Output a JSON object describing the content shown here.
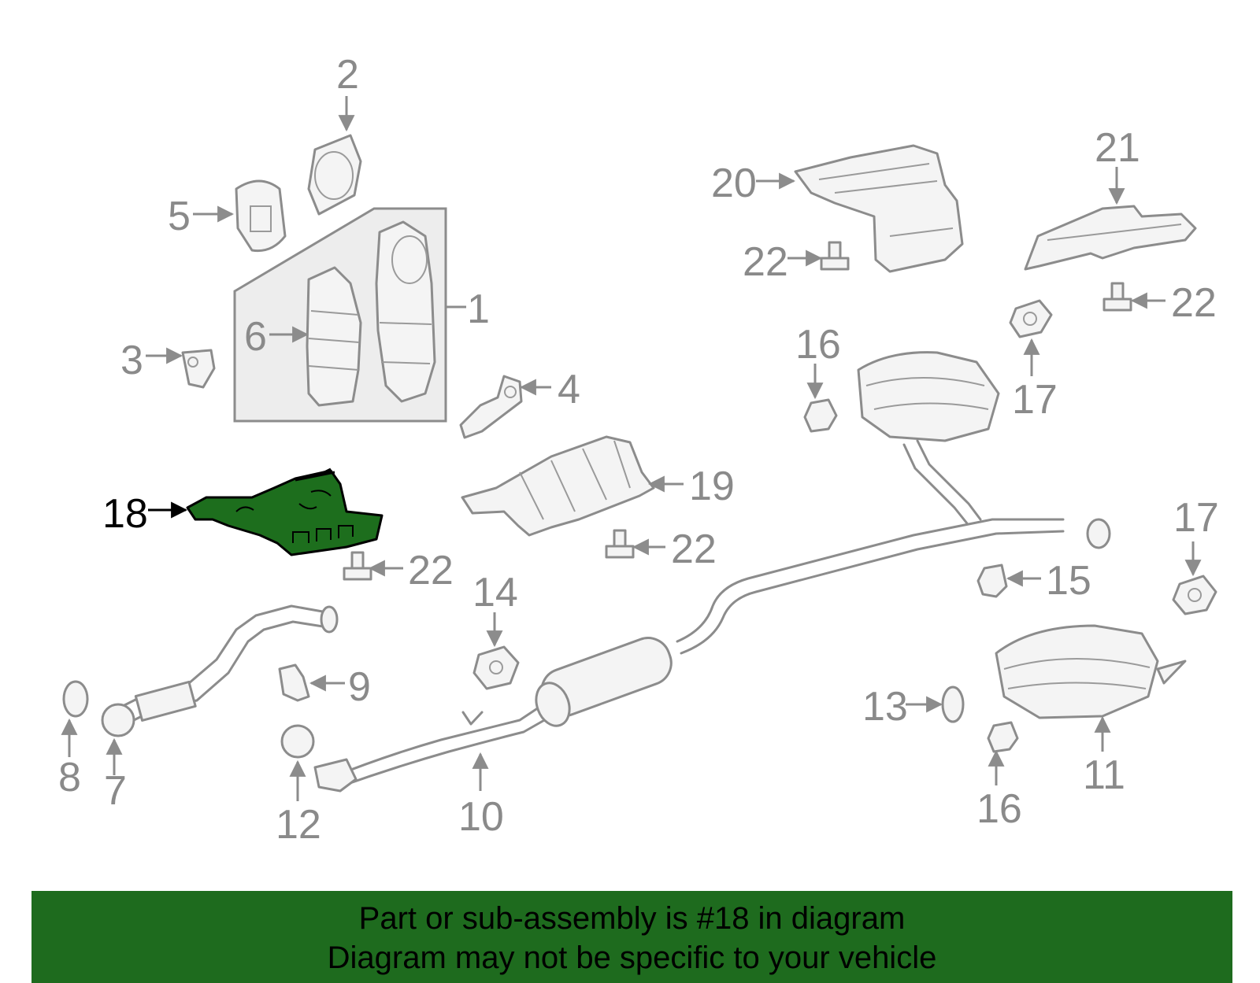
{
  "part_labels": {
    "p1": "1",
    "p2": "2",
    "p3": "3",
    "p4": "4",
    "p5": "5",
    "p6": "6",
    "p7": "7",
    "p8": "8",
    "p9": "9",
    "p10": "10",
    "p11": "11",
    "p12": "12",
    "p13": "13",
    "p14": "14",
    "p15": "15",
    "p16a": "16",
    "p16b": "16",
    "p17a": "17",
    "p17b": "17",
    "p18": "18",
    "p19": "19",
    "p20": "20",
    "p21": "21",
    "p22a": "22",
    "p22b": "22",
    "p22c": "22",
    "p22d": "22"
  },
  "highlighted_part": "18",
  "colors": {
    "highlight": "#1d6e1d",
    "banner": "#1e6b1e",
    "parts": "#8c8c8c"
  },
  "banner": {
    "line1": "Part or sub-assembly is #18 in diagram",
    "line2": "Diagram may not be specific to your vehicle"
  }
}
